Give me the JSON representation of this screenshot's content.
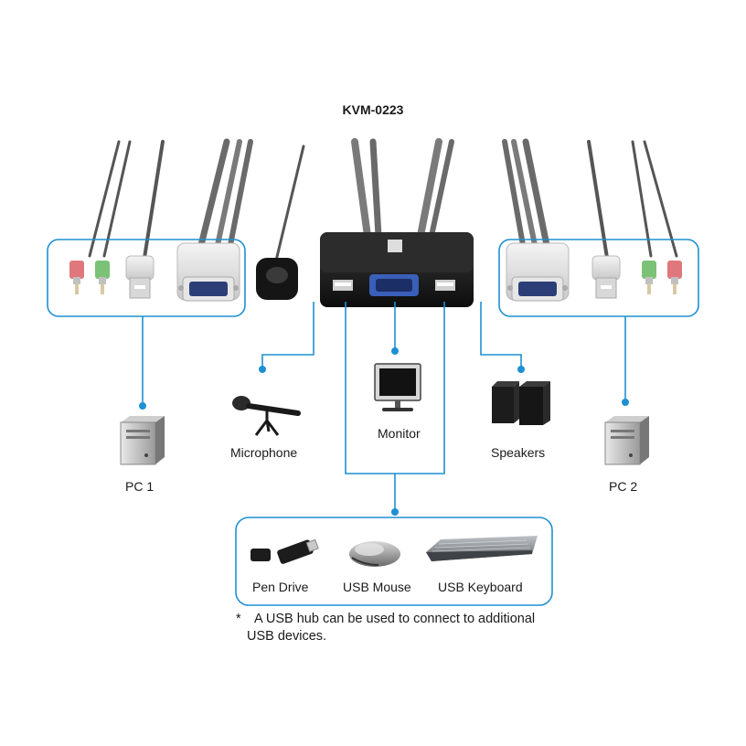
{
  "title": "KVM-0223",
  "colors": {
    "accent": "#1e90d2",
    "cable": "#4a4a4a",
    "audio_mic": "#e0777c",
    "audio_out": "#7cc276",
    "device_body": "#1a1a1a"
  },
  "icons": {
    "kvm": "kvm-switch-icon",
    "remote": "remote-button-icon",
    "pc": "pc-tower-icon",
    "microphone": "microphone-icon",
    "monitor": "monitor-icon",
    "speakers": "speakers-icon",
    "pen_drive": "pen-drive-icon",
    "mouse": "usb-mouse-icon",
    "keyboard": "usb-keyboard-icon"
  },
  "labels": {
    "pc1": "PC 1",
    "pc2": "PC 2",
    "microphone": "Microphone",
    "monitor": "Monitor",
    "speakers": "Speakers",
    "pen_drive": "Pen Drive",
    "usb_mouse": "USB Mouse",
    "usb_keyboard": "USB Keyboard"
  },
  "note": {
    "star": "*",
    "line1": "A USB hub can be used to connect to additional",
    "line2": "USB devices."
  }
}
